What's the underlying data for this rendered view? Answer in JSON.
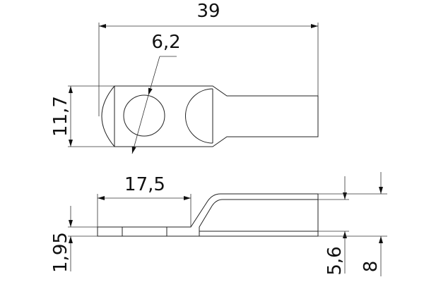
{
  "drawing": {
    "title": "Cable lug technical drawing",
    "dimensions": {
      "overall_length": "39",
      "hole_diameter": "6,2",
      "width": "11,7",
      "flat_length": "17,5",
      "thickness": "1,95",
      "inner_diameter": "5,6",
      "outer_diameter": "8"
    },
    "colors": {
      "line": "#222222",
      "background": "#ffffff"
    }
  }
}
